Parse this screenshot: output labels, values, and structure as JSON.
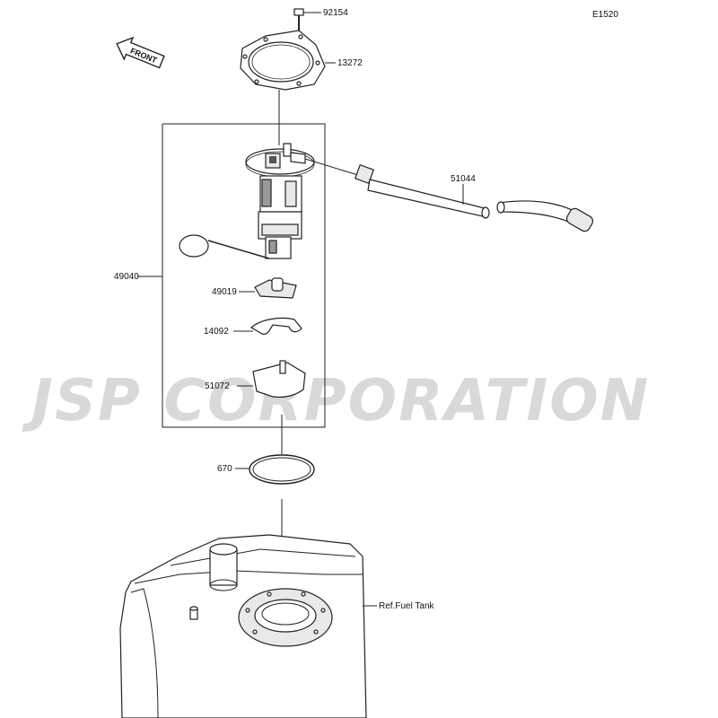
{
  "diagram_code": "E1520",
  "front_arrow_label": "FRONT",
  "watermark": "JSP CORPORATION",
  "parts": {
    "bolt": "92154",
    "gasket_plate": "13272",
    "fuel_pump_assembly": "49040",
    "fuel_hose": "51044",
    "filter": "49019",
    "holder": "14092",
    "cup": "51072",
    "o_ring": "670",
    "fuel_tank_ref": "Ref.Fuel Tank"
  }
}
